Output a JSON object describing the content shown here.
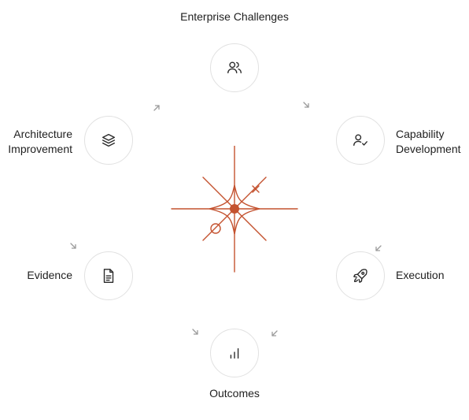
{
  "nodes": [
    {
      "id": "enterprise-challenges",
      "label": "Enterprise Challenges",
      "icon": "users-icon"
    },
    {
      "id": "capability-development",
      "label_line1": "Capability",
      "label_line2": "Development",
      "icon": "user-check-icon"
    },
    {
      "id": "execution",
      "label": "Execution",
      "icon": "rocket-icon"
    },
    {
      "id": "outcomes",
      "label": "Outcomes",
      "icon": "bar-chart-icon"
    },
    {
      "id": "evidence",
      "label": "Evidence",
      "icon": "document-icon"
    },
    {
      "id": "architecture-improvement",
      "label_line1": "Architecture",
      "label_line2": "Improvement",
      "icon": "layers-icon"
    }
  ],
  "center": {
    "icon": "sparkle-compass-icon",
    "color": "#c4522f"
  },
  "colors": {
    "accent": "#c4522f",
    "node_border": "#e1e1e1",
    "arrow": "#9a9a9a",
    "text": "#1f1f1f"
  }
}
